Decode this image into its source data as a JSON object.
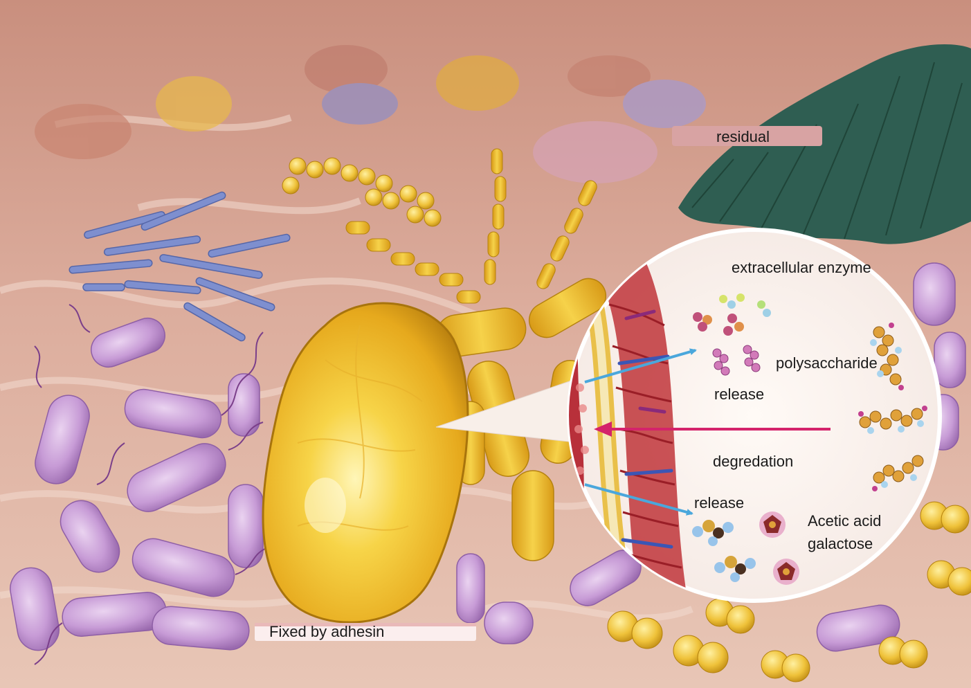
{
  "labels": {
    "residual": "residual",
    "extracellular_enzyme": "extracellular enzyme",
    "polysaccharide": "polysaccharide",
    "release_top": "release",
    "degredation": "degredation",
    "release_bottom": "release",
    "acetic_acid": "Acetic acid",
    "galactose": "galactose",
    "fixed_by_adhesin": "Fixed by adhesin"
  },
  "colors": {
    "background_tissue": "#d9a896",
    "bacterium_yellow": "#f1c636",
    "bacterium_purple": "#b98ac9",
    "bacterium_blue": "#7e8fcf",
    "fungus_green": "#2f5e52",
    "release_arrow": "#4aa7dc",
    "degradation_arrow": "#d4236b",
    "label_pill": "#d8a3a3"
  }
}
